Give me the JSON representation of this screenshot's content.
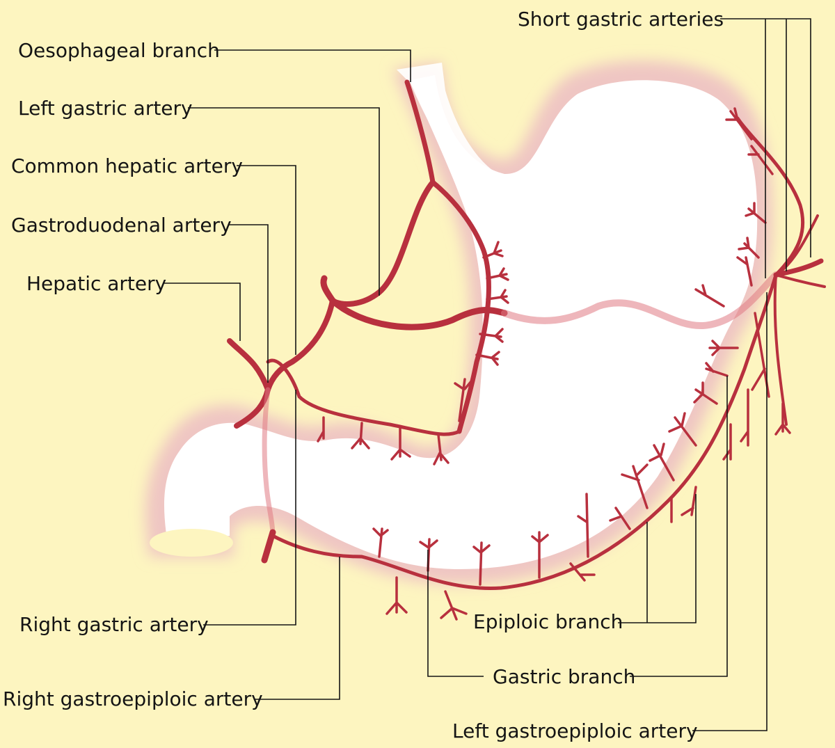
{
  "colors": {
    "background": "#fdf5c0",
    "stomach_fill": "#ffffff",
    "stomach_shadow": "#f0c9c6",
    "artery": "#b8303e",
    "label_text": "#141414"
  },
  "labels": {
    "short_gastric_arteries": "Short gastric arteries",
    "oesophageal_branch": "Oesophageal branch",
    "left_gastric_artery": "Left gastric artery",
    "common_hepatic_artery": "Common hepatic artery",
    "gastroduodenal_artery": "Gastroduodenal artery",
    "hepatic_artery": "Hepatic artery",
    "right_gastric_artery": "Right gastric artery",
    "right_gastroepiploic_artery": "Right gastroepiploic artery",
    "epiploic_branch": "Epiploic branch",
    "gastric_branch": "Gastric branch",
    "left_gastroepiploic_artery": "Left gastroepiploic artery"
  }
}
